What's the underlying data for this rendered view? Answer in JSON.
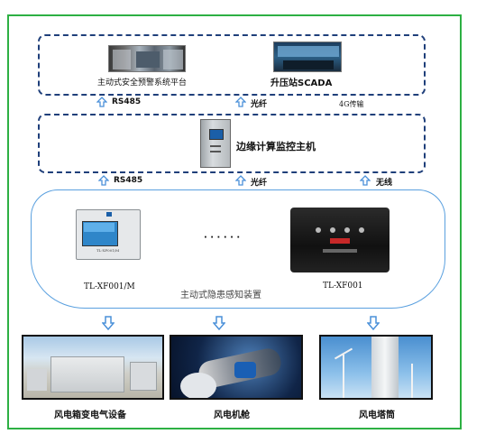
{
  "top": {
    "platform_label": "主动式安全预警系统平台",
    "scada_label": "升压站SCADA"
  },
  "links_top": {
    "rs485": "RS485",
    "fiber": "光纤",
    "lte": "4G传输"
  },
  "edge": {
    "label": "边缘计算监控主机"
  },
  "links_mid": {
    "rs485": "RS485",
    "fiber": "光纤",
    "wireless": "无线"
  },
  "devices": {
    "left_model": "TL-XF001/M",
    "right_model": "TL-XF001",
    "ellipsis": "· · · · · ·",
    "group_label": "主动式隐患感知装置",
    "screen_text": "TL-XF001/M"
  },
  "targets": [
    {
      "label": "风电箱变电气设备"
    },
    {
      "label": "风电机舱"
    },
    {
      "label": "风电塔筒"
    }
  ],
  "colors": {
    "frame": "#2db043",
    "dash": "#1f3f7a",
    "oval": "#5aa0df",
    "arrow": "#4a90d9"
  }
}
